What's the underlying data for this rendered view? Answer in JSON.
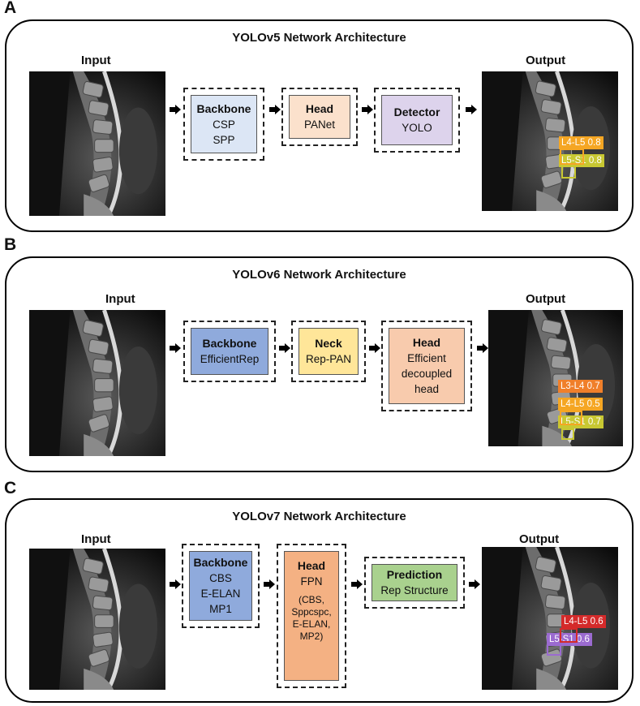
{
  "panels": [
    {
      "letter": "A",
      "title": "YOLOv5 Network Architecture",
      "input_label": "Input",
      "output_label": "Output",
      "blocks": [
        {
          "title": "Backbone",
          "lines": [
            "CSP",
            "SPP"
          ],
          "color": "#dce6f5"
        },
        {
          "title": "Head",
          "lines": [
            "PANet"
          ],
          "color": "#fbe1cc"
        },
        {
          "title": "Detector",
          "lines": [
            "YOLO"
          ],
          "color": "#ddd3ec"
        }
      ],
      "detections": [
        {
          "label": "L4-L5 0.8",
          "color": "#f5a623"
        },
        {
          "label": "L5-S1 0.8",
          "color": "#c8c832"
        }
      ]
    },
    {
      "letter": "B",
      "title": "YOLOv6 Network Architecture",
      "input_label": "Input",
      "output_label": "Output",
      "blocks": [
        {
          "title": "Backbone",
          "lines": [
            "EfficientRep"
          ],
          "color": "#8faadc"
        },
        {
          "title": "Neck",
          "lines": [
            "Rep-PAN"
          ],
          "color": "#ffe699"
        },
        {
          "title": "Head",
          "lines": [
            "Efficient",
            "decoupled",
            "head"
          ],
          "color": "#f8cbad"
        }
      ],
      "detections": [
        {
          "label": "L3-L4 0.7",
          "color": "#f07f2a"
        },
        {
          "label": "L4-L5 0.5",
          "color": "#f5a623"
        },
        {
          "label": "L5-S1 0.7",
          "color": "#c8c832"
        }
      ]
    },
    {
      "letter": "C",
      "title": "YOLOv7 Network Architecture",
      "input_label": "Input",
      "output_label": "Output",
      "blocks": [
        {
          "title": "Backbone",
          "lines": [
            "CBS",
            "E-ELAN",
            "MP1"
          ],
          "color": "#8faadc"
        },
        {
          "title": "Head",
          "lines": [
            "FPN"
          ],
          "note": "(CBS, Sppcspc, E-ELAN, MP2)",
          "color": "#f4b183"
        },
        {
          "title": "Prediction",
          "lines": [
            "Rep Structure"
          ],
          "color": "#a9d18e"
        }
      ],
      "detections": [
        {
          "label": "L4-L5 0.6",
          "color": "#d42a2a"
        },
        {
          "label": "L5-S1 0.6",
          "color": "#9b6bd0"
        }
      ]
    }
  ]
}
